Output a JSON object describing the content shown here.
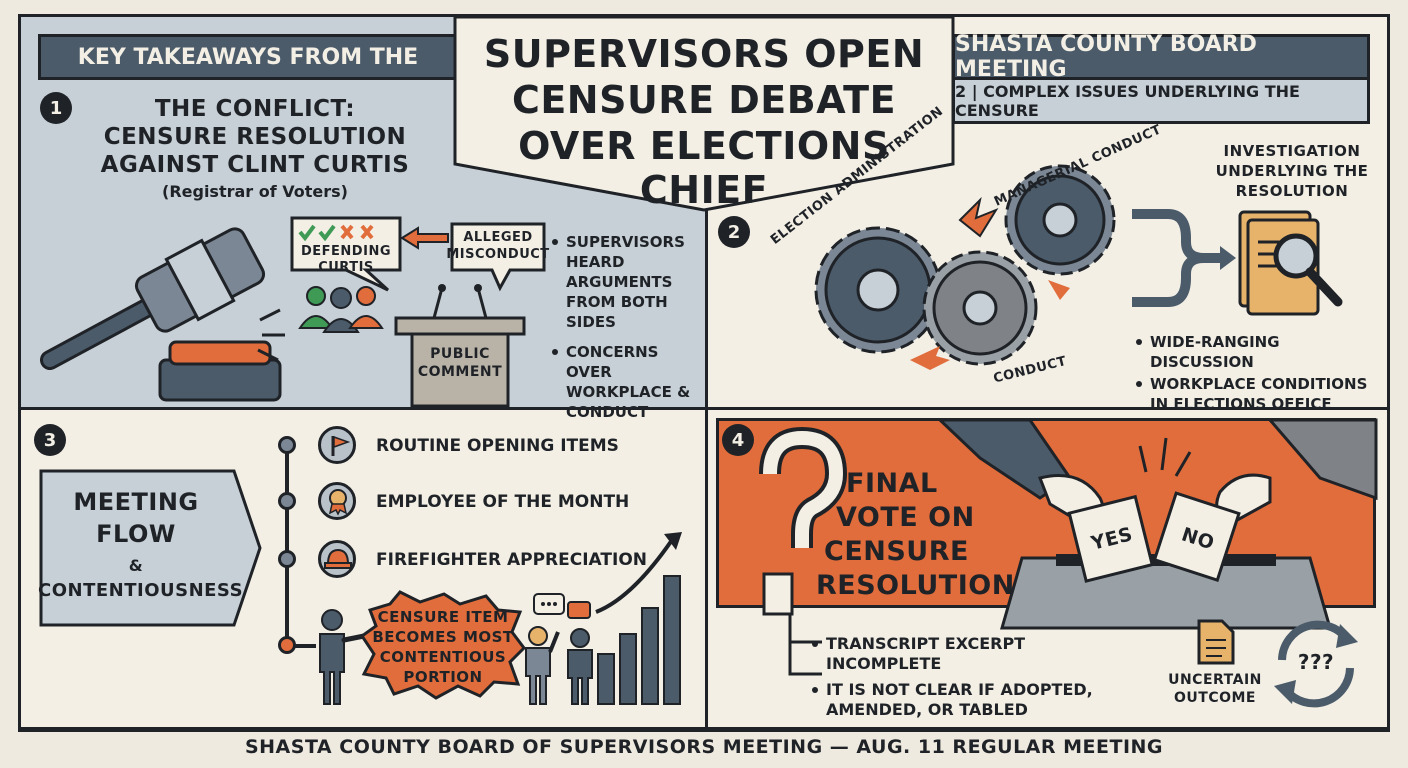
{
  "colors": {
    "accent": "#e06d3b",
    "slate": "#4b5b6a",
    "paper": "#f3efe5",
    "ink": "#1f2328",
    "panel": "#c7d0d6"
  },
  "header": {
    "left_ribbon": "KEY TAKEAWAYS FROM THE",
    "title_line1": "SUPERVISORS OPEN",
    "title_line2": "CENSURE DEBATE",
    "title_line3": "OVER ELECTIONS CHIEF",
    "right_ribbon": "SHASTA COUNTY BOARD MEETING",
    "subtitle": "2 | COMPLEX ISSUES UNDERLYING THE CENSURE"
  },
  "panel1": {
    "number": "1",
    "heading_line1": "THE CONFLICT:",
    "heading_line2": "CENSURE RESOLUTION",
    "heading_line3": "AGAINST CLINT CURTIS",
    "subheading": "(Registrar of Voters)",
    "bubble_defending_line1": "DEFENDING",
    "bubble_defending_line2": "CURTIS",
    "bubble_misconduct_line1": "ALLEGED",
    "bubble_misconduct_line2": "MISCONDUCT",
    "podium_line1": "PUBLIC",
    "podium_line2": "COMMENT",
    "bullets": [
      "SUPERVISORS HEARD ARGUMENTS FROM BOTH SIDES",
      "CONCERNS OVER WORKPLACE & CONDUCT"
    ]
  },
  "panel2": {
    "number": "2",
    "gear_label_election": "ELECTION ADMINISTRATION",
    "gear_label_managerial": "MANAGERIAL CONDUCT",
    "gear_label_conduct": "CONDUCT",
    "investigation_line1": "INVESTIGATION",
    "investigation_line2": "UNDERLYING THE",
    "investigation_line3": "RESOLUTION",
    "bullets": [
      "WIDE-RANGING DISCUSSION",
      "WORKPLACE CONDITIONS IN ELECTIONS OFFICE"
    ]
  },
  "panel3": {
    "number": "3",
    "heading_line1": "MEETING",
    "heading_line2": "FLOW",
    "heading_amp": "&",
    "heading_line3": "CONTENTIOUSNESS",
    "timeline": [
      {
        "label": "ROUTINE OPENING ITEMS",
        "icon": "flag-icon"
      },
      {
        "label": "EMPLOYEE OF THE MONTH",
        "icon": "award-icon"
      },
      {
        "label": "FIREFIGHTER APPRECIATION",
        "icon": "helmet-icon"
      }
    ],
    "burst_line1": "CENSURE ITEM",
    "burst_line2": "BECOMES MOST",
    "burst_line3": "CONTENTIOUS",
    "burst_line4": "PORTION"
  },
  "panel4": {
    "number": "4",
    "heading_line1": "FINAL",
    "heading_line2": "VOTE ON",
    "heading_line3": "CENSURE",
    "heading_line4": "RESOLUTION",
    "ballot_yes": "YES",
    "ballot_no": "NO",
    "bullets": [
      "TRANSCRIPT EXCERPT INCOMPLETE",
      "IT IS NOT CLEAR IF ADOPTED, AMENDED, OR TABLED"
    ],
    "uncertain_mark": "???",
    "uncertain_line1": "UNCERTAIN",
    "uncertain_line2": "OUTCOME"
  },
  "footer": {
    "text": "SHASTA COUNTY BOARD OF SUPERVISORS MEETING — AUG. 11 REGULAR MEETING"
  }
}
